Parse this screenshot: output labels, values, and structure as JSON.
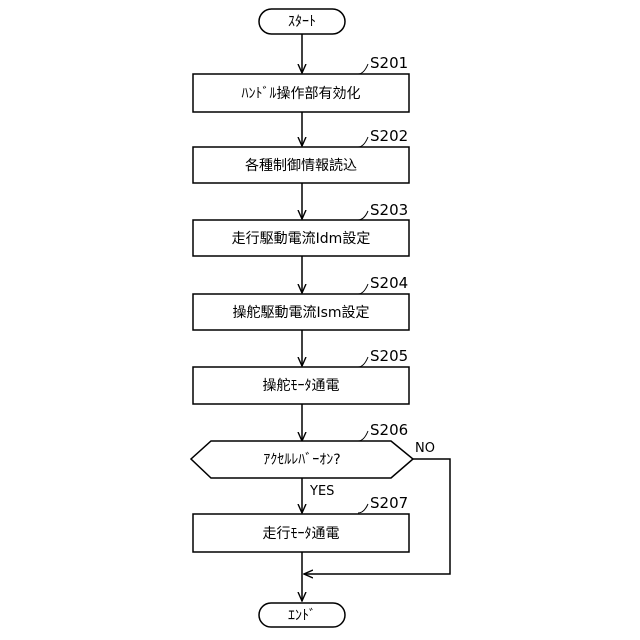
{
  "start": {
    "label": "ｽﾀｰﾄ"
  },
  "end": {
    "label": "ｴﾝﾄﾞ"
  },
  "steps": [
    {
      "id": "S201",
      "label": "ﾊﾝﾄﾞﾙ操作部有効化"
    },
    {
      "id": "S202",
      "label": "各種制御情報読込"
    },
    {
      "id": "S203",
      "label": "走行駆動電流Idm設定"
    },
    {
      "id": "S204",
      "label": "操舵駆動電流Ism設定"
    },
    {
      "id": "S205",
      "label": "操舵ﾓｰﾀ通電"
    },
    {
      "id": "S207",
      "label": "走行ﾓｰﾀ通電"
    }
  ],
  "decision": {
    "id": "S206",
    "label": "ｱｸｾﾙﾚﾊﾞｰｵﾝ?",
    "yes_label": "YES",
    "no_label": "NO"
  }
}
